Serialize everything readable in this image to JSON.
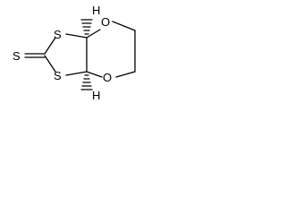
{
  "molecule": {
    "atoms": {
      "s_upper": "S",
      "s_lower": "S",
      "s_thione": "S",
      "o_upper": "O",
      "o_lower": "O",
      "h_upper": "H",
      "h_lower": "H"
    },
    "colors": {
      "bond": "#000000",
      "label": "#000000",
      "background": "#ffffff"
    }
  }
}
